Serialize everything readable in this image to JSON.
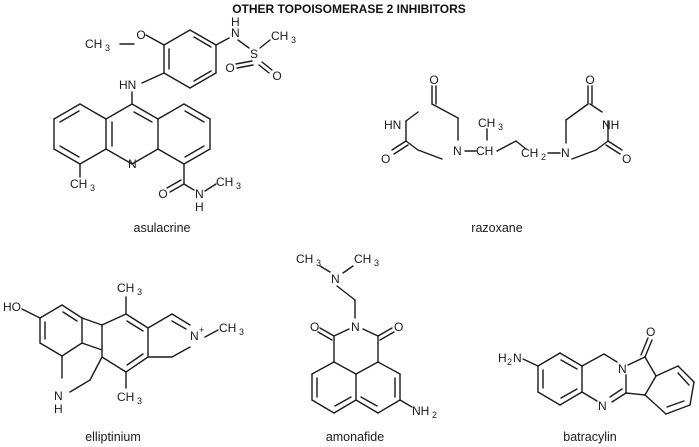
{
  "title": "OTHER TOPOISOMERASE 2 INHIBITORS",
  "compounds": [
    {
      "name": "asulacrine"
    },
    {
      "name": "razoxane"
    },
    {
      "name": "elliptinium"
    },
    {
      "name": "amonafide"
    },
    {
      "name": "batracylin"
    }
  ],
  "atoms": {
    "ch3": "CH",
    "three": "3",
    "two": "2",
    "o": "O",
    "n": "N",
    "nh": "NH",
    "hn": "HN",
    "h": "H",
    "s": "S",
    "ho": "HO",
    "h2n": "H",
    "nh2": "NH",
    "ch": "CH",
    "plus": "+",
    "dash": "–"
  },
  "colors": {
    "ink": "#1a1a1a",
    "background": "#ffffff"
  }
}
